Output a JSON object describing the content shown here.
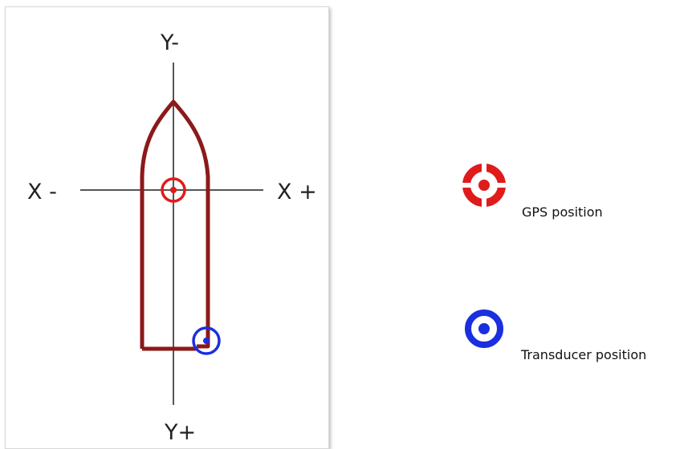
{
  "diagram": {
    "axes": {
      "y_top": "Y-",
      "y_bottom": "Y+",
      "x_left": "X -",
      "x_right": "X +"
    }
  },
  "legend": {
    "items": [
      {
        "label": "GPS position",
        "icon": "gps-target-icon",
        "color": "#e01b1b"
      },
      {
        "label": "Transducer position",
        "icon": "transducer-target-icon",
        "color": "#1a2fe0"
      }
    ]
  },
  "colors": {
    "boat_outline": "#8b1a1a",
    "axis_line": "#555555",
    "gps": "#e01b1b",
    "transducer": "#1a2fe0"
  }
}
